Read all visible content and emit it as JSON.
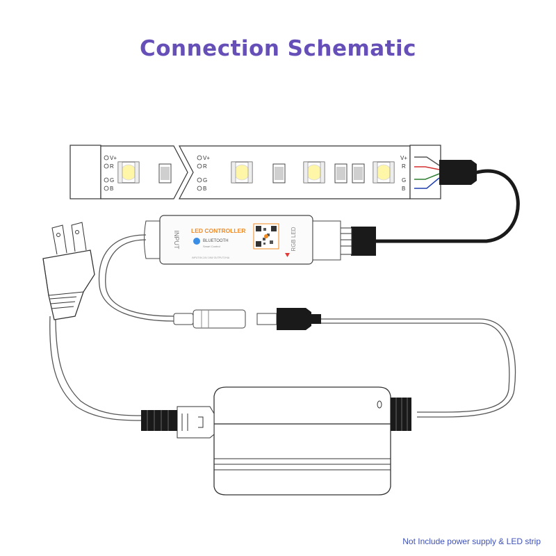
{
  "title": "Connection Schematic",
  "footnote": "Not Include power supply & LED strip",
  "strip_pins": [
    "V+",
    "R",
    "G",
    "B"
  ],
  "controller": {
    "label": "LED CONTROLLER",
    "subtitle": "BLUETOOTH",
    "small_text": "Smart Control",
    "input_label": "INPUT",
    "output_label": "RGB LED",
    "bottom_text": "INPUT:5V-24V 24W  OUTPUT:3*4A"
  },
  "colors": {
    "title": "#6650b8",
    "footnote": "#3f51b5",
    "wire_red": "#d32f2f",
    "wire_green": "#2e7d32",
    "wire_blue": "#1e3fae",
    "led": "#fff6a8",
    "controller_accent": "#f28a20"
  }
}
